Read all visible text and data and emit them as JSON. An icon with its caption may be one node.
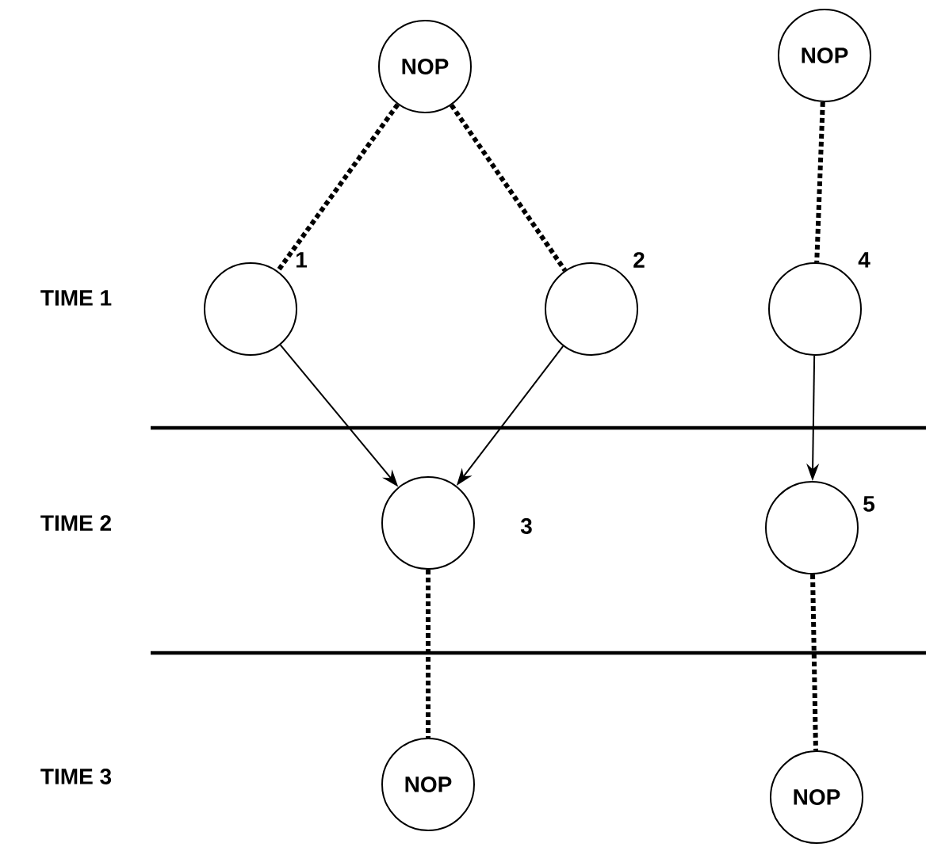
{
  "diagram": {
    "nodes": [
      {
        "text": [
          "NOP"
        ]
      },
      {
        "text": [
          "NOP"
        ]
      },
      {
        "text": [],
        "shape": "circle",
        "beside": [
          "1"
        ]
      },
      {
        "text": [],
        "shape": "circle",
        "beside": [
          "2"
        ]
      },
      {
        "text": [],
        "shape": "circle",
        "beside": [
          "4"
        ]
      },
      {
        "text": [],
        "shape": "circle",
        "beside": [
          "3"
        ]
      },
      {
        "text": [],
        "shape": "circle",
        "beside": [
          "5"
        ]
      },
      {
        "text": [
          "NOP"
        ]
      },
      {
        "text": [
          "NOP"
        ]
      }
    ],
    "edges": [
      {
        "from": 0,
        "to": 2,
        "arrow": "none",
        "style": "dashed"
      },
      {
        "from": 0,
        "to": 3,
        "arrow": "none",
        "style": "dashed"
      },
      {
        "from": 1,
        "to": 4,
        "arrow": "none",
        "style": "dashed"
      },
      {
        "from": 2,
        "to": 5,
        "arrow": "to"
      },
      {
        "from": 3,
        "to": 5,
        "arrow": "to"
      },
      {
        "from": 4,
        "to": 6,
        "arrow": "to"
      },
      {
        "from": 5,
        "to": 7,
        "arrow": "none",
        "style": "dashed"
      },
      {
        "from": 6,
        "to": 8,
        "arrow": "none",
        "style": "dashed"
      }
    ],
    "labels": [
      "TIME 1",
      "TIME 2",
      "TIME 3"
    ]
  }
}
